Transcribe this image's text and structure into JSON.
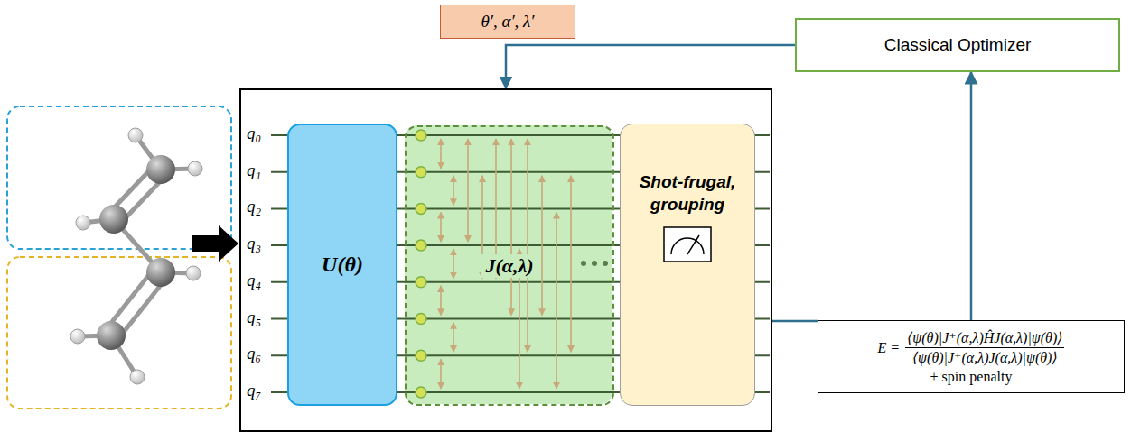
{
  "diagram": {
    "nodes": [
      {
        "text": [
          "θ′, α′, λ′"
        ]
      },
      {
        "text": [
          "Classical Optimizer"
        ]
      },
      {
        "text": [
          "q₀",
          "q₁",
          "q₂",
          "q₃",
          "q₄",
          "q₅",
          "q₆",
          "q₇"
        ]
      },
      {
        "text": [
          "U(θ)"
        ],
        "in": 2
      },
      {
        "text": [
          "J(α,λ)"
        ],
        "in": 2
      },
      {
        "text": [
          "Shot-frugal, grouping"
        ],
        "in": 2
      },
      {
        "text": [
          "E =",
          "⟨ψ(θ)|J⁺(α,λ)ĤJ(α,λ)|ψ(θ)⟩",
          "⟨ψ(θ)|J⁺(α,λ)J(α,λ)|ψ(θ)⟩",
          "+ spin penalty"
        ]
      }
    ],
    "edges": [
      {
        "from": 1,
        "to": 2,
        "arrow": "to"
      },
      {
        "from": 2,
        "to": 6,
        "arrow": "none"
      },
      {
        "from": 6,
        "to": 1,
        "arrow": "to"
      }
    ]
  }
}
